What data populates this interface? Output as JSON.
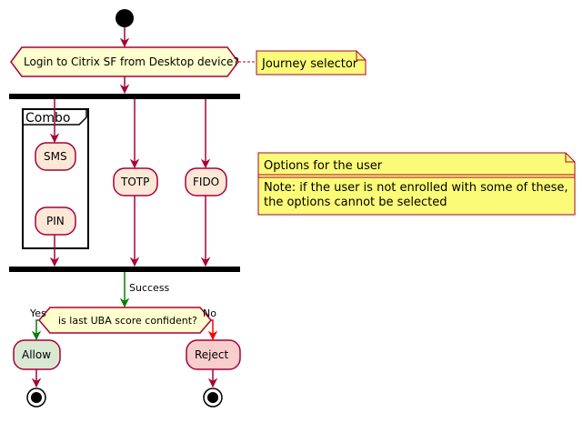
{
  "diagram": {
    "decision_start": "Login to Citrix SF from Desktop device?",
    "note_journey": "Journey selector",
    "combo_label": "Combo",
    "activities": {
      "sms": "SMS",
      "pin": "PIN",
      "totp": "TOTP",
      "fido": "FIDO",
      "allow": "Allow",
      "reject": "Reject"
    },
    "note_options": {
      "title": "Options for the user",
      "line1": "Note: if the user is not enrolled with some of these,",
      "line2": "the options cannot be selected"
    },
    "success_label": "Success",
    "decision_uba": "is last UBA score confident?",
    "yes_label": "Yes",
    "no_label": "No"
  },
  "colors": {
    "activity_fill": "#FDE8D8",
    "border": "#A80036",
    "note_fill": "#FBFB77",
    "decision_fill": "#FEFECE",
    "success_arrow": "#008000",
    "allow_fill": "#D9E8D3",
    "reject_fill": "#F8CECC",
    "reject_arrow": "#FF0000"
  }
}
